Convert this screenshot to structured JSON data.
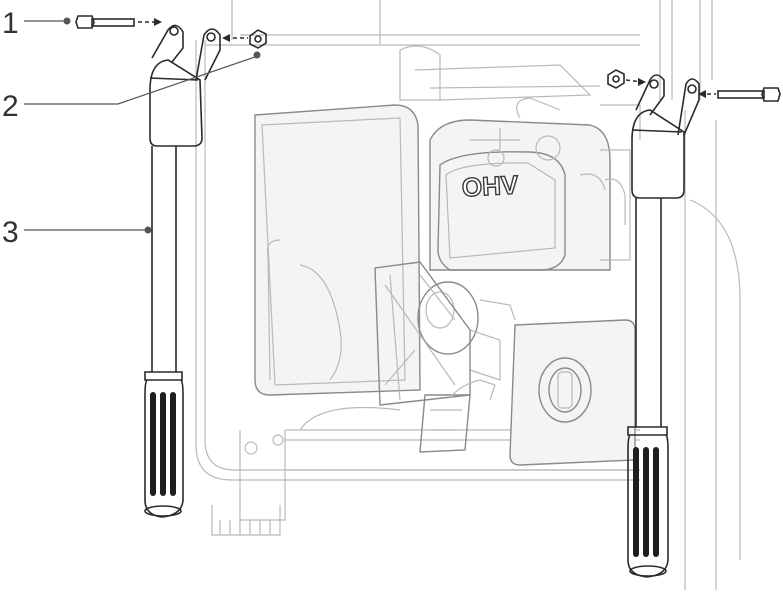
{
  "diagram": {
    "callouts": [
      {
        "number": "1",
        "part": "bolt"
      },
      {
        "number": "2",
        "part": "nut"
      },
      {
        "number": "3",
        "part": "handle"
      }
    ],
    "engine_label": "OHV",
    "colors": {
      "part_outline": "#2a2a2a",
      "background_outline": "#b9b9b9",
      "leader_line": "#555555",
      "grip_fill": "#1e1e1e"
    }
  }
}
